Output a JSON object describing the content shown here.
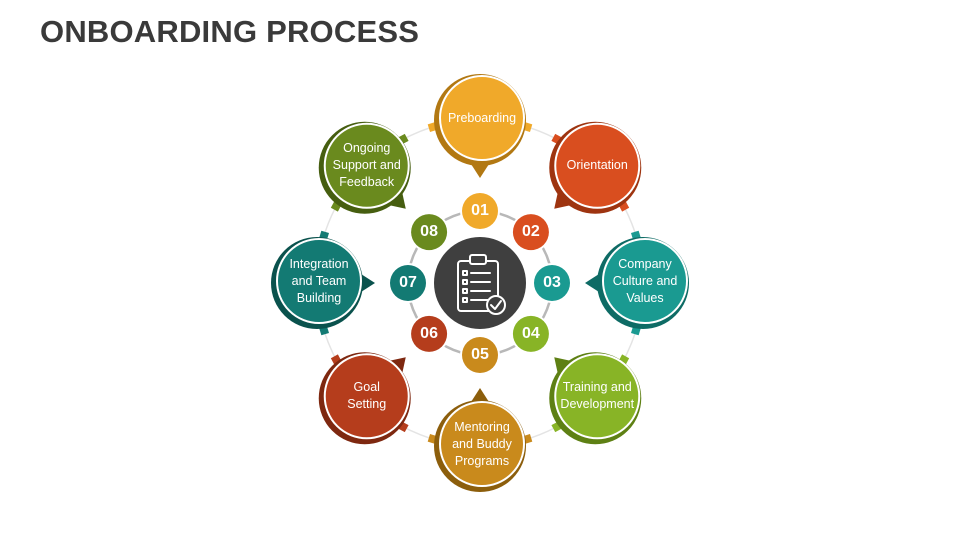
{
  "title": "ONBOARDING PROCESS",
  "center_icon": "clipboard-checklist-icon",
  "steps": [
    {
      "number": "01",
      "label": "Preboarding",
      "color": "#F0A92A",
      "dark": "#B27812"
    },
    {
      "number": "02",
      "label": "Orientation",
      "color": "#D94E1F",
      "dark": "#9E3410"
    },
    {
      "number": "03",
      "label": "Company\nCulture and\nValues",
      "color": "#1A9A91",
      "dark": "#0E6B65"
    },
    {
      "number": "04",
      "label": "Training and\nDevelopment",
      "color": "#88B426",
      "dark": "#5E8014"
    },
    {
      "number": "05",
      "label": "Mentoring\nand Buddy\nPrograms",
      "color": "#C98A1C",
      "dark": "#8C5E0C"
    },
    {
      "number": "06",
      "label": "Goal\nSetting",
      "color": "#B53D1C",
      "dark": "#7E2810"
    },
    {
      "number": "07",
      "label": "Integration\nand Team\nBuilding",
      "color": "#137A73",
      "dark": "#0A524D"
    },
    {
      "number": "08",
      "label": "Ongoing\nSupport and\nFeedback",
      "color": "#6A8A1E",
      "dark": "#465E10"
    }
  ]
}
